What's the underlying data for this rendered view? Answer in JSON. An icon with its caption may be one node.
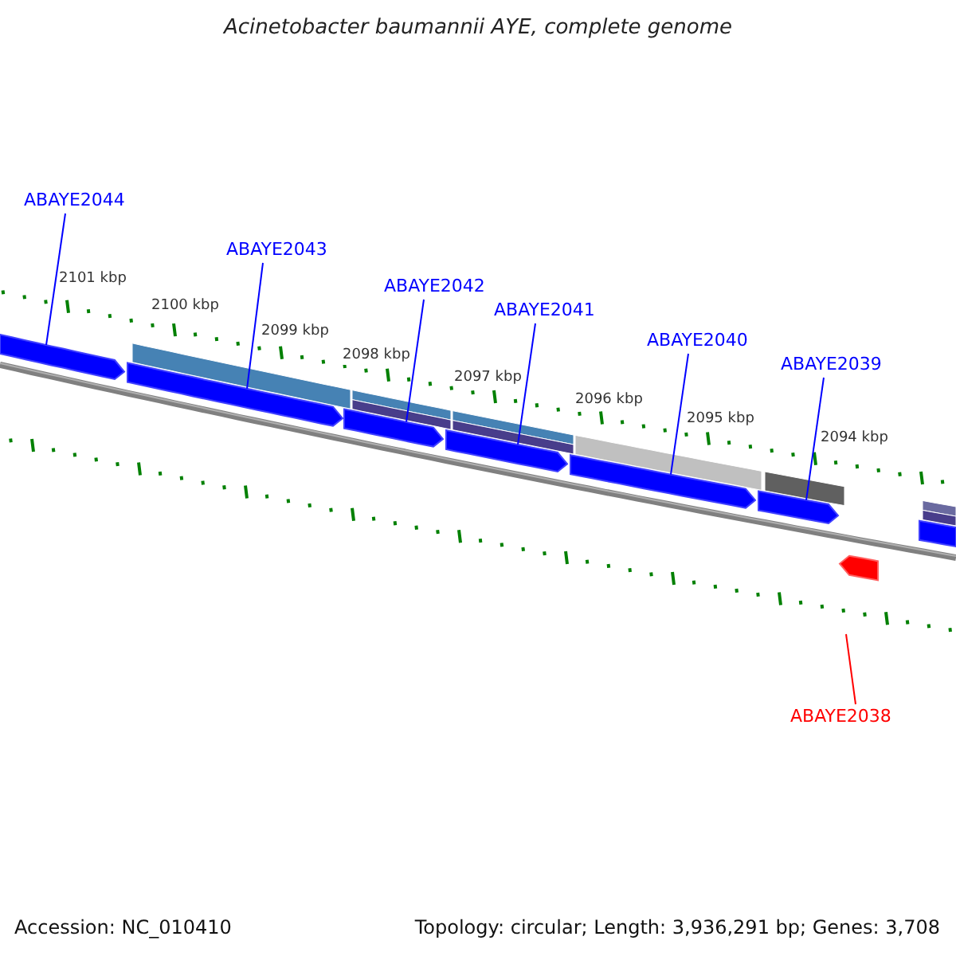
{
  "diagram": {
    "title": "Acinetobacter baumannii AYE, complete genome",
    "nodes": [
      {
        "text": [
          "ABAYE2044"
        ]
      },
      {
        "text": [
          "ABAYE2043"
        ]
      },
      {
        "text": [
          "ABAYE2042"
        ]
      },
      {
        "text": [
          "ABAYE2041"
        ]
      },
      {
        "text": [
          "ABAYE2040"
        ]
      },
      {
        "text": [
          "ABAYE2039"
        ]
      },
      {
        "text": [
          "ABAYE2038"
        ]
      }
    ],
    "edges": [
      {
        "from": 0,
        "to": null,
        "arrow": "none"
      },
      {
        "from": 1,
        "to": null,
        "arrow": "none"
      },
      {
        "from": 2,
        "to": null,
        "arrow": "none"
      },
      {
        "from": 3,
        "to": null,
        "arrow": "none"
      },
      {
        "from": 4,
        "to": null,
        "arrow": "none"
      },
      {
        "from": 5,
        "to": null,
        "arrow": "none"
      },
      {
        "from": 6,
        "to": null,
        "arrow": "none",
        "color": "#ff0000"
      }
    ],
    "labels": [
      "2101 kbp",
      "2100 kbp",
      "2099 kbp",
      "2098 kbp",
      "2097 kbp",
      "2096 kbp",
      "2095 kbp",
      "2094 kbp",
      "Accession: NC_010410",
      "Topology: circular; Length: 3,936,291 bp; Genes: 3,708"
    ]
  }
}
